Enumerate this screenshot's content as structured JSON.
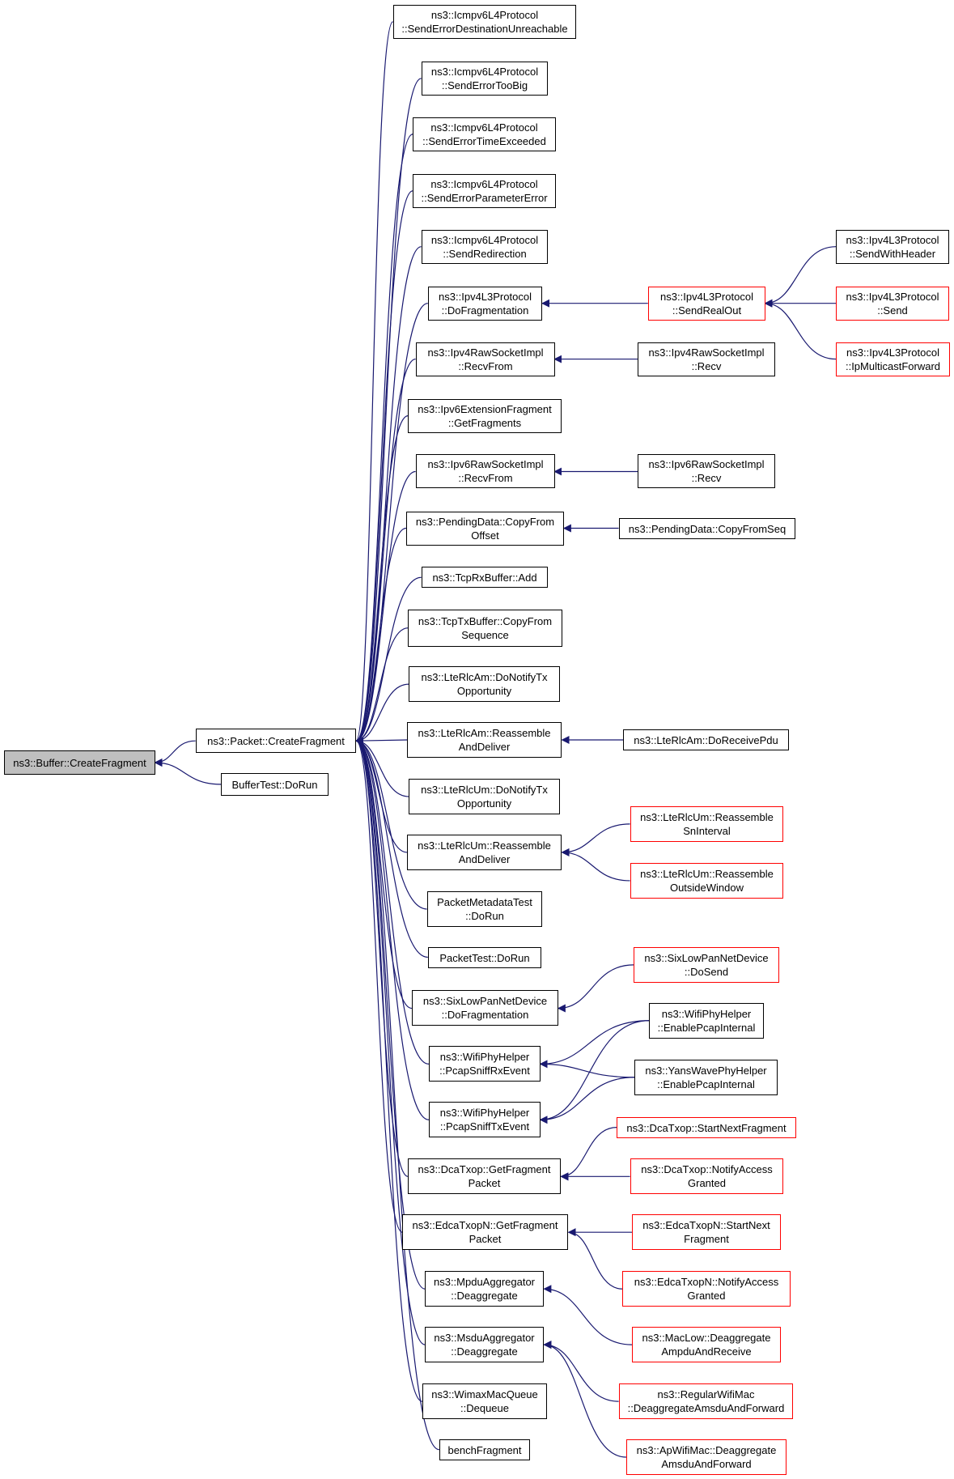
{
  "graph": {
    "root": {
      "id": "root",
      "lines": [
        "ns3::Buffer::CreateFragment"
      ]
    },
    "nodes": [
      {
        "id": "pkt",
        "lines": [
          "ns3::Packet::CreateFragment"
        ]
      },
      {
        "id": "buftest",
        "lines": [
          "BufferTest::DoRun"
        ]
      },
      {
        "id": "icmp_unreach",
        "lines": [
          "ns3::Icmpv6L4Protocol",
          "::SendErrorDestinationUnreachable"
        ]
      },
      {
        "id": "icmp_toobig",
        "lines": [
          "ns3::Icmpv6L4Protocol",
          "::SendErrorTooBig"
        ]
      },
      {
        "id": "icmp_time",
        "lines": [
          "ns3::Icmpv6L4Protocol",
          "::SendErrorTimeExceeded"
        ]
      },
      {
        "id": "icmp_param",
        "lines": [
          "ns3::Icmpv6L4Protocol",
          "::SendErrorParameterError"
        ]
      },
      {
        "id": "icmp_redir",
        "lines": [
          "ns3::Icmpv6L4Protocol",
          "::SendRedirection"
        ]
      },
      {
        "id": "ipv4_dofrag",
        "lines": [
          "ns3::Ipv4L3Protocol",
          "::DoFragmentation"
        ]
      },
      {
        "id": "ipv4raw_recvfrom",
        "lines": [
          "ns3::Ipv4RawSocketImpl",
          "::RecvFrom"
        ]
      },
      {
        "id": "ipv6ext_getfrag",
        "lines": [
          "ns3::Ipv6ExtensionFragment",
          "::GetFragments"
        ]
      },
      {
        "id": "ipv6raw_recvfrom",
        "lines": [
          "ns3::Ipv6RawSocketImpl",
          "::RecvFrom"
        ]
      },
      {
        "id": "pending_copy",
        "lines": [
          "ns3::PendingData::CopyFrom",
          "Offset"
        ]
      },
      {
        "id": "tcprx_add",
        "lines": [
          "ns3::TcpRxBuffer::Add"
        ]
      },
      {
        "id": "tcptx_copy",
        "lines": [
          "ns3::TcpTxBuffer::CopyFrom",
          "Sequence"
        ]
      },
      {
        "id": "lteam_notify",
        "lines": [
          "ns3::LteRlcAm::DoNotifyTx",
          "Opportunity"
        ]
      },
      {
        "id": "lteam_reassemble",
        "lines": [
          "ns3::LteRlcAm::Reassemble",
          "AndDeliver"
        ]
      },
      {
        "id": "lteum_notify",
        "lines": [
          "ns3::LteRlcUm::DoNotifyTx",
          "Opportunity"
        ]
      },
      {
        "id": "lteum_reassemble",
        "lines": [
          "ns3::LteRlcUm::Reassemble",
          "AndDeliver"
        ]
      },
      {
        "id": "pmtest",
        "lines": [
          "PacketMetadataTest",
          "::DoRun"
        ]
      },
      {
        "id": "ptest",
        "lines": [
          "PacketTest::DoRun"
        ]
      },
      {
        "id": "sixlow_dofrag",
        "lines": [
          "ns3::SixLowPanNetDevice",
          "::DoFragmentation"
        ]
      },
      {
        "id": "wifi_rx",
        "lines": [
          "ns3::WifiPhyHelper",
          "::PcapSniffRxEvent"
        ]
      },
      {
        "id": "wifi_tx",
        "lines": [
          "ns3::WifiPhyHelper",
          "::PcapSniffTxEvent"
        ]
      },
      {
        "id": "dca_getfrag",
        "lines": [
          "ns3::DcaTxop::GetFragment",
          "Packet"
        ]
      },
      {
        "id": "edca_getfrag",
        "lines": [
          "ns3::EdcaTxopN::GetFragment",
          "Packet"
        ]
      },
      {
        "id": "mpdu_deagg",
        "lines": [
          "ns3::MpduAggregator",
          "::Deaggregate"
        ]
      },
      {
        "id": "msdu_deagg",
        "lines": [
          "ns3::MsduAggregator",
          "::Deaggregate"
        ]
      },
      {
        "id": "wimax_dequeue",
        "lines": [
          "ns3::WimaxMacQueue",
          "::Dequeue"
        ]
      },
      {
        "id": "bench",
        "lines": [
          "benchFragment"
        ]
      },
      {
        "id": "ipv4_sendrealout",
        "lines": [
          "ns3::Ipv4L3Protocol",
          "::SendRealOut"
        ],
        "red": true
      },
      {
        "id": "ipv4_sendwithheader",
        "lines": [
          "ns3::Ipv4L3Protocol",
          "::SendWithHeader"
        ]
      },
      {
        "id": "ipv4_send",
        "lines": [
          "ns3::Ipv4L3Protocol",
          "::Send"
        ],
        "red": true
      },
      {
        "id": "ipv4_mcast",
        "lines": [
          "ns3::Ipv4L3Protocol",
          "::IpMulticastForward"
        ],
        "red": true
      },
      {
        "id": "ipv4raw_recv",
        "lines": [
          "ns3::Ipv4RawSocketImpl",
          "::Recv"
        ]
      },
      {
        "id": "ipv6raw_recv",
        "lines": [
          "ns3::Ipv6RawSocketImpl",
          "::Recv"
        ]
      },
      {
        "id": "pending_copyseq",
        "lines": [
          "ns3::PendingData::CopyFromSeq"
        ]
      },
      {
        "id": "lteam_receive",
        "lines": [
          "ns3::LteRlcAm::DoReceivePdu"
        ]
      },
      {
        "id": "lteum_sn",
        "lines": [
          "ns3::LteRlcUm::Reassemble",
          "SnInterval"
        ],
        "red": true
      },
      {
        "id": "lteum_outside",
        "lines": [
          "ns3::LteRlcUm::Reassemble",
          "OutsideWindow"
        ],
        "red": true
      },
      {
        "id": "sixlow_dosend",
        "lines": [
          "ns3::SixLowPanNetDevice",
          "::DoSend"
        ],
        "red": true
      },
      {
        "id": "wifi_enable",
        "lines": [
          "ns3::WifiPhyHelper",
          "::EnablePcapInternal"
        ]
      },
      {
        "id": "yans_enable",
        "lines": [
          "ns3::YansWavePhyHelper",
          "::EnablePcapInternal"
        ]
      },
      {
        "id": "dca_startnext",
        "lines": [
          "ns3::DcaTxop::StartNextFragment"
        ],
        "red": true
      },
      {
        "id": "dca_notify",
        "lines": [
          "ns3::DcaTxop::NotifyAccess",
          "Granted"
        ],
        "red": true
      },
      {
        "id": "edca_startnext",
        "lines": [
          "ns3::EdcaTxopN::StartNext",
          "Fragment"
        ],
        "red": true
      },
      {
        "id": "edca_notify",
        "lines": [
          "ns3::EdcaTxopN::NotifyAccess",
          "Granted"
        ],
        "red": true
      },
      {
        "id": "maclow_deagg",
        "lines": [
          "ns3::MacLow::Deaggregate",
          "AmpduAndReceive"
        ],
        "red": true
      },
      {
        "id": "regwifi_deagg",
        "lines": [
          "ns3::RegularWifiMac",
          "::DeaggregateAmsduAndForward"
        ],
        "red": true
      },
      {
        "id": "apwifi_deagg",
        "lines": [
          "ns3::ApWifiMac::Deaggregate",
          "AmsduAndForward"
        ],
        "red": true
      }
    ],
    "edges": [
      [
        "pkt",
        "root"
      ],
      [
        "buftest",
        "root"
      ],
      [
        "icmp_unreach",
        "pkt"
      ],
      [
        "icmp_toobig",
        "pkt"
      ],
      [
        "icmp_time",
        "pkt"
      ],
      [
        "icmp_param",
        "pkt"
      ],
      [
        "icmp_redir",
        "pkt"
      ],
      [
        "ipv4_dofrag",
        "pkt"
      ],
      [
        "ipv4raw_recvfrom",
        "pkt"
      ],
      [
        "ipv6ext_getfrag",
        "pkt"
      ],
      [
        "ipv6raw_recvfrom",
        "pkt"
      ],
      [
        "pending_copy",
        "pkt"
      ],
      [
        "tcprx_add",
        "pkt"
      ],
      [
        "tcptx_copy",
        "pkt"
      ],
      [
        "lteam_notify",
        "pkt"
      ],
      [
        "lteam_reassemble",
        "pkt"
      ],
      [
        "lteum_notify",
        "pkt"
      ],
      [
        "lteum_reassemble",
        "pkt"
      ],
      [
        "pmtest",
        "pkt"
      ],
      [
        "ptest",
        "pkt"
      ],
      [
        "sixlow_dofrag",
        "pkt"
      ],
      [
        "wifi_rx",
        "pkt"
      ],
      [
        "wifi_tx",
        "pkt"
      ],
      [
        "dca_getfrag",
        "pkt"
      ],
      [
        "edca_getfrag",
        "pkt"
      ],
      [
        "mpdu_deagg",
        "pkt"
      ],
      [
        "msdu_deagg",
        "pkt"
      ],
      [
        "wimax_dequeue",
        "pkt"
      ],
      [
        "bench",
        "pkt"
      ],
      [
        "ipv4_sendrealout",
        "ipv4_dofrag"
      ],
      [
        "ipv4_sendwithheader",
        "ipv4_sendrealout"
      ],
      [
        "ipv4_send",
        "ipv4_sendrealout"
      ],
      [
        "ipv4_mcast",
        "ipv4_sendrealout"
      ],
      [
        "ipv4raw_recv",
        "ipv4raw_recvfrom"
      ],
      [
        "ipv6raw_recv",
        "ipv6raw_recvfrom"
      ],
      [
        "pending_copyseq",
        "pending_copy"
      ],
      [
        "lteam_receive",
        "lteam_reassemble"
      ],
      [
        "lteum_sn",
        "lteum_reassemble"
      ],
      [
        "lteum_outside",
        "lteum_reassemble"
      ],
      [
        "sixlow_dosend",
        "sixlow_dofrag"
      ],
      [
        "wifi_enable",
        "wifi_rx"
      ],
      [
        "yans_enable",
        "wifi_rx"
      ],
      [
        "wifi_enable",
        "wifi_tx"
      ],
      [
        "yans_enable",
        "wifi_tx"
      ],
      [
        "dca_startnext",
        "dca_getfrag"
      ],
      [
        "dca_notify",
        "dca_getfrag"
      ],
      [
        "edca_startnext",
        "edca_getfrag"
      ],
      [
        "edca_notify",
        "edca_getfrag"
      ],
      [
        "maclow_deagg",
        "mpdu_deagg"
      ],
      [
        "regwifi_deagg",
        "msdu_deagg"
      ],
      [
        "apwifi_deagg",
        "msdu_deagg"
      ]
    ]
  }
}
